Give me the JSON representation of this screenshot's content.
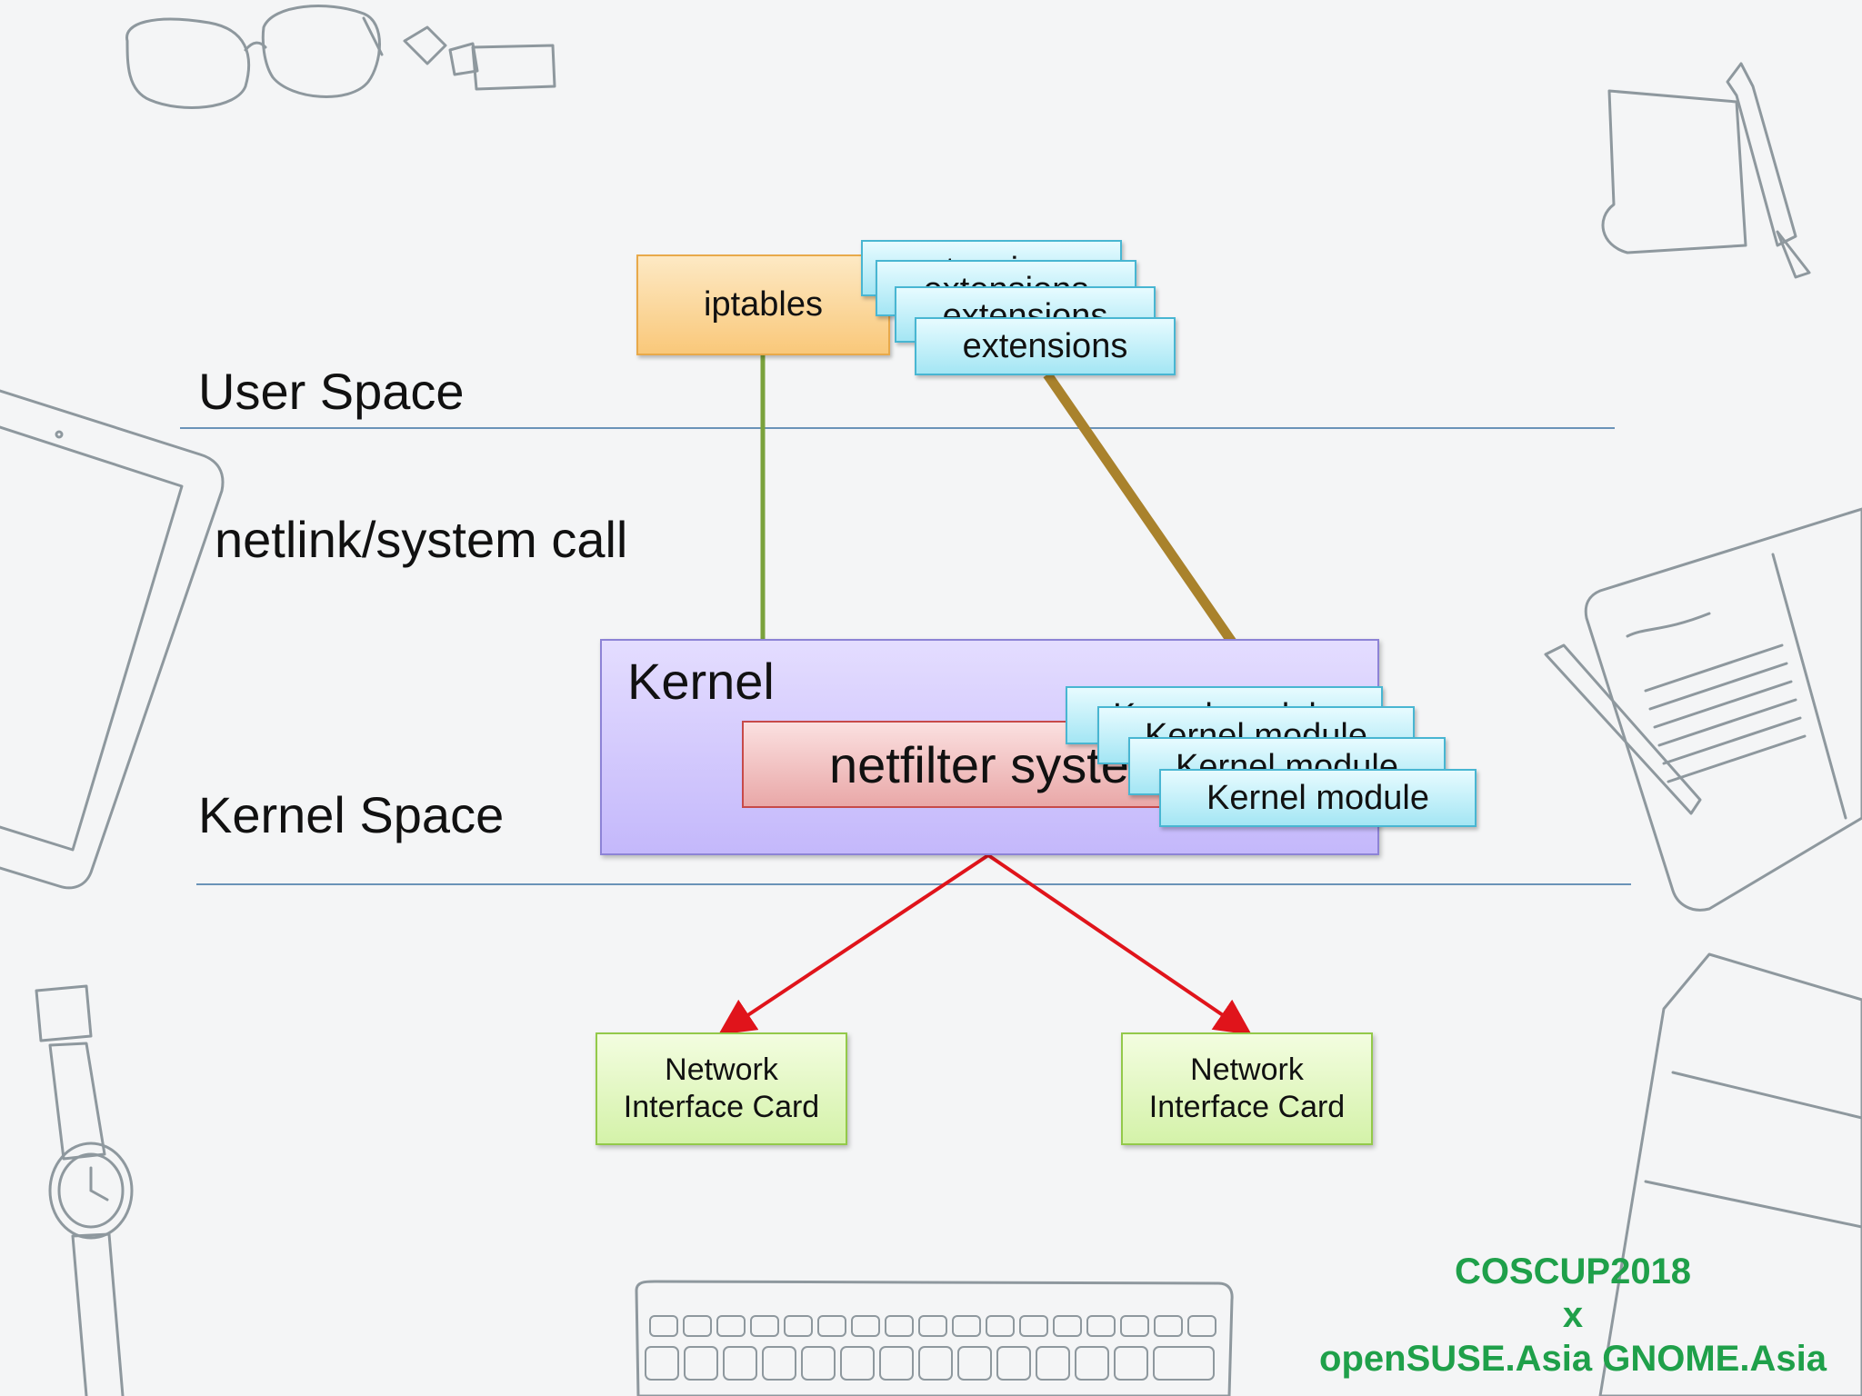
{
  "sections": {
    "user_space": "User Space",
    "syscall": "netlink/system call",
    "kernel_space": "Kernel Space"
  },
  "iptables": {
    "label": "iptables"
  },
  "extensions": [
    "extensions",
    "extensions",
    "extensions",
    "extensions"
  ],
  "kernel": {
    "title": "Kernel",
    "netfilter": "netfilter system",
    "modules": [
      "Kernel module",
      "Kernel module",
      "Kernel module",
      "Kernel module"
    ]
  },
  "nics": [
    {
      "line1": "Network",
      "line2": "Interface Card"
    },
    {
      "line1": "Network",
      "line2": "Interface Card"
    }
  ],
  "footer": {
    "line1": "COSCUP2018",
    "line2": "x",
    "line3": "openSUSE.Asia GNOME.Asia"
  },
  "colors": {
    "iptables_link": "#7aa23c",
    "extensions_link": "#a9822c",
    "nic_arrows": "#e0141b",
    "separator": "#6a93b8",
    "footer": "#1fa04a"
  }
}
